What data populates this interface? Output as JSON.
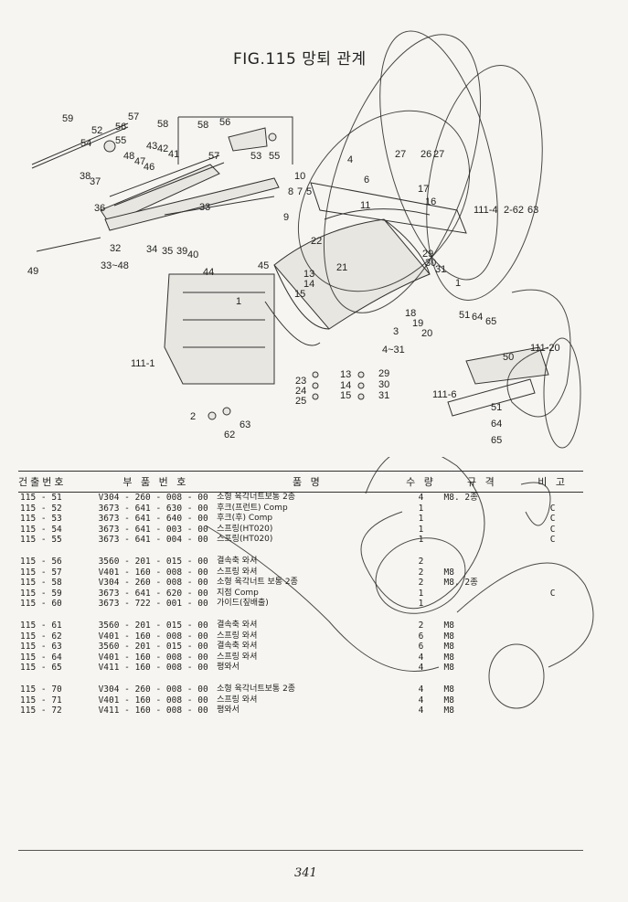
{
  "figure": {
    "title": "FIG.115 망퇴 관계"
  },
  "callouts": [
    "59",
    "52",
    "56",
    "57",
    "58",
    "54",
    "43",
    "42",
    "41",
    "55",
    "48",
    "47",
    "46",
    "38",
    "37",
    "36",
    "33",
    "32",
    "33~48",
    "34",
    "35",
    "39",
    "40",
    "44",
    "45",
    "49",
    "58",
    "56",
    "57",
    "53",
    "55",
    "10",
    "6",
    "4",
    "27",
    "26",
    "27",
    "17",
    "16",
    "8",
    "7",
    "5",
    "9",
    "11",
    "111-4",
    "2-62",
    "63",
    "22",
    "21",
    "29",
    "30",
    "31",
    "1",
    "13",
    "14",
    "15",
    "1",
    "18",
    "19",
    "20",
    "3",
    "4~31",
    "51",
    "64",
    "65",
    "111-20",
    "50",
    "111-1",
    "23",
    "24",
    "25",
    "13",
    "14",
    "15",
    "29",
    "30",
    "31",
    "111-6",
    "51",
    "64",
    "65",
    "2",
    "62",
    "63"
  ],
  "table": {
    "headers": [
      "건출번호",
      "부 품 번 호",
      "품 명",
      "수 량",
      "규 격",
      "비 고"
    ],
    "groups": [
      [
        [
          "115 - 51",
          "V304 - 260 - 008 - 00",
          "소형 육각너트보통 2종",
          "4",
          "M8. 2종",
          ""
        ],
        [
          "115 - 52",
          "3673 - 641 - 630 - 00",
          "후크(프런트) Comp",
          "1",
          "",
          "C"
        ],
        [
          "115 - 53",
          "3673 - 641 - 640 - 00",
          "후크(후) Comp",
          "1",
          "",
          "C"
        ],
        [
          "115 - 54",
          "3673 - 641 - 003 - 00",
          "스프링(HT020)",
          "1",
          "",
          "C"
        ],
        [
          "115 - 55",
          "3673 - 641 - 004 - 00",
          "스프링(HT020)",
          "1",
          "",
          "C"
        ]
      ],
      [
        [
          "115 - 56",
          "3560 - 201 - 015 - 00",
          "결속축 와셔",
          "2",
          "",
          ""
        ],
        [
          "115 - 57",
          "V401 - 160 - 008 - 00",
          "스프링 와셔",
          "2",
          "M8",
          ""
        ],
        [
          "115 - 58",
          "V304 - 260 - 008 - 00",
          "소형 육각너트 보통 2종",
          "2",
          "M8. 2종",
          ""
        ],
        [
          "115 - 59",
          "3673 - 641 - 620 - 00",
          "지점 Comp",
          "1",
          "",
          "C"
        ],
        [
          "115 - 60",
          "3673 - 722 - 001 - 00",
          "가이드(짚배출)",
          "1",
          "",
          ""
        ]
      ],
      [
        [
          "115 - 61",
          "3560 - 201 - 015 - 00",
          "결속축 와셔",
          "2",
          "M8",
          ""
        ],
        [
          "115 - 62",
          "V401 - 160 - 008 - 00",
          "스프링 와셔",
          "6",
          "M8",
          ""
        ],
        [
          "115 - 63",
          "3560 - 201 - 015 - 00",
          "결속축 와셔",
          "6",
          "M8",
          ""
        ],
        [
          "115 - 64",
          "V401 - 160 - 008 - 00",
          "스프링 와셔",
          "4",
          "M8",
          ""
        ],
        [
          "115 - 65",
          "V411 - 160 - 008 - 00",
          "평와서",
          "4",
          "M8",
          ""
        ]
      ],
      [
        [
          "115 - 70",
          "V304 - 260 - 008 - 00",
          "소형 육각너트보통 2종",
          "4",
          "M8",
          ""
        ],
        [
          "115 - 71",
          "V401 - 160 - 008 - 00",
          "스프링 와셔",
          "4",
          "M8",
          ""
        ],
        [
          "115 - 72",
          "V411 - 160 - 008 - 00",
          "평와서",
          "4",
          "M8",
          ""
        ]
      ]
    ]
  },
  "page_number": "341"
}
